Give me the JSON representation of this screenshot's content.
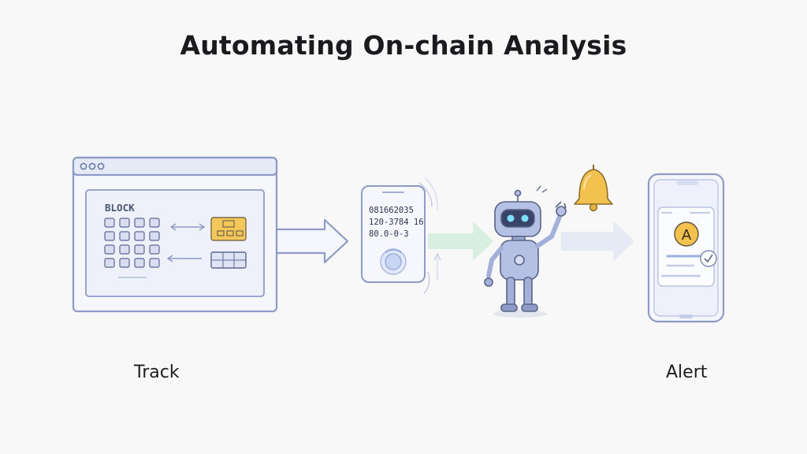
{
  "title": "Automating On-chain Analysis",
  "browser": {
    "block_label": "BLOCK"
  },
  "phone_readout": {
    "line1": "081662035",
    "line2": "120-3784 16",
    "line3": "80.0-0-3"
  },
  "mobile_alert": {
    "badge_letter": "A"
  },
  "captions": {
    "track": "Track",
    "alert": "Alert"
  },
  "colors": {
    "outline": "#8f9bc7",
    "panel_fill": "#eef1fb",
    "accent_gold": "#f2c14e",
    "arrow_green": "#cfe8d8",
    "robot_body": "#b4c0e4"
  }
}
